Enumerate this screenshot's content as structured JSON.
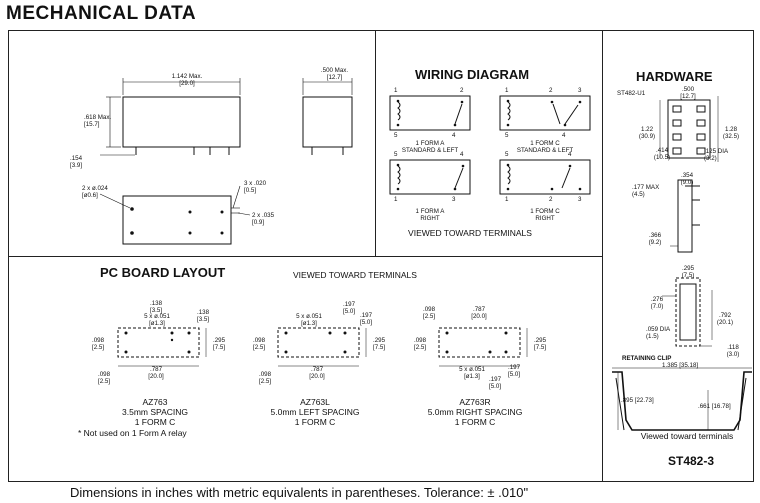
{
  "page_title": "MECHANICAL DATA",
  "relay_dims": {
    "length": "1.142  Max.",
    "length_mm": "[29.0]",
    "width": ".500  Max.",
    "width_mm": "[12.7]",
    "height": ".618",
    "height_max": "Max.",
    "height_mm": "[15.7]",
    "pin_len": ".154",
    "pin_len_mm": "[3.9]",
    "pin_dia": "2 x ø.024",
    "pin_dia_mm": "[ø0.6]",
    "pin_sq": "3 x .020",
    "pin_sq_mm": "[0.5]",
    "pin_sq2": "2 x .035",
    "pin_sq2_mm": "[0.9]"
  },
  "wiring": {
    "title": "WIRING DIAGRAM",
    "d1_label1": "1 FORM A",
    "d1_label2": "STANDARD & LEFT",
    "d2_label1": "1 FORM C",
    "d2_label2": "STANDARD & LEFT",
    "d3_label1": "1 FORM A",
    "d3_label2": "RIGHT",
    "d4_label1": "1 FORM C",
    "d4_label2": "RIGHT",
    "viewed": "VIEWED TOWARD TERMINALS",
    "pins_top_a": [
      "1",
      "2"
    ],
    "pins_bot_a": [
      "5",
      "4"
    ],
    "pins_top_c": [
      "1",
      "2",
      "3"
    ],
    "pins_bot_c": [
      "5",
      "4"
    ],
    "pins_top_ra": [
      "5",
      "4"
    ],
    "pins_bot_ra": [
      "1",
      "3"
    ],
    "pins_top_rc": [
      "5",
      "4"
    ],
    "pins_bot_rc": [
      "1",
      "2",
      "3"
    ]
  },
  "hardware": {
    "title": "HARDWARE",
    "part1": "ST482-U1",
    "d_500": ".500",
    "d_500_mm": "[12.7]",
    "d_122": "1.22",
    "d_122_mm": "(30.9)",
    "d_128": "1.28",
    "d_128_mm": "(32.5)",
    "d_414": ".414",
    "d_414_mm": "(10.5)",
    "d_125": ".125",
    "d_125_dia": "DIA",
    "d_125_mm": "(3.2)",
    "d_354": ".354",
    "d_354_mm": "(9.0)",
    "d_177": ".177",
    "d_177_max": "MAX",
    "d_177_mm": "(4.5)",
    "d_366": ".366",
    "d_366_mm": "(9.2)",
    "d_295": ".295",
    "d_295_mm": "(7.5)",
    "d_276": ".276",
    "d_276_mm": "(7.0)",
    "d_792": ".792",
    "d_792_mm": "(20.1)",
    "d_059": ".059",
    "d_059_dia": "DIA",
    "d_059_mm": "(1.5)",
    "d_118": ".118",
    "d_118_mm": "(3.0)",
    "clip_title": "RETAINING CLIP",
    "clip_w": "1.385  [35.18]",
    "clip_h1": ".895 [22.73]",
    "clip_h2": ".661  [16.78]",
    "clip_viewed": "Viewed toward terminals",
    "part2": "ST482-3"
  },
  "pcb": {
    "title": "PC BOARD LAYOUT",
    "viewed": "VIEWED TOWARD TERMINALS",
    "b1_name": "AZ763",
    "b1_spacing": "3.5mm SPACING",
    "b1_form": "1 FORM C",
    "b2_name": "AZ763L",
    "b2_spacing": "5.0mm LEFT SPACING",
    "b2_form": "1 FORM C",
    "b3_name": "AZ763R",
    "b3_spacing": "5.0mm RIGHT SPACING",
    "b3_form": "1 FORM C",
    "note": "*  Not used on 1 Form A relay",
    "d_138": ".138",
    "d_138_mm": "[3.5]",
    "d_holes": "5 x ø.051",
    "d_holes_mm": "[ø1.3]",
    "d_197": ".197",
    "d_197_mm": "[5.0]",
    "d_098": ".098",
    "d_098_mm": "[2.5]",
    "d_295": ".295",
    "d_295_mm": "[7.5]",
    "d_787": ".787",
    "d_787_mm": "[20.0]"
  },
  "footer": "Dimensions in inches with metric equivalents in parentheses. Tolerance:  ± .010\""
}
